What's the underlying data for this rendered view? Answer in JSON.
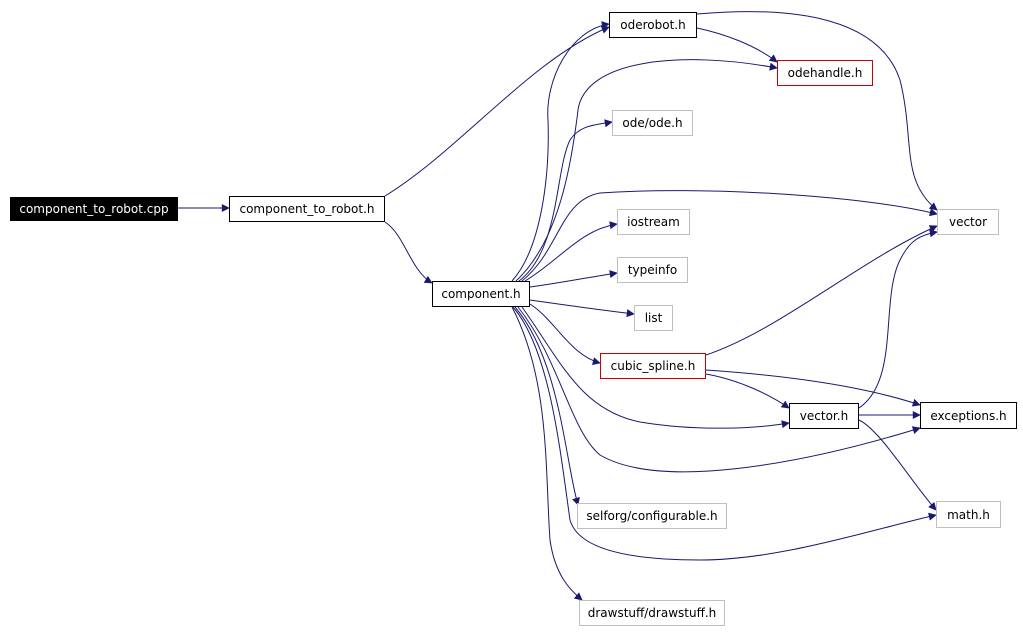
{
  "diagram": {
    "colors": {
      "edge": "#191970",
      "dark_fill": "#000000",
      "red_border": "#cc0000",
      "gray_border": "#bfbfbf",
      "black_border": "#000000"
    },
    "nodes": [
      {
        "id": "component_to_robot_cpp",
        "label": "component_to_robot.cpp",
        "style": "dark"
      },
      {
        "id": "component_to_robot_h",
        "label": "component_to_robot.h",
        "style": "black"
      },
      {
        "id": "oderobot_h",
        "label": "oderobot.h",
        "style": "black"
      },
      {
        "id": "odehandle_h",
        "label": "odehandle.h",
        "style": "red"
      },
      {
        "id": "ode_ode_h",
        "label": "ode/ode.h",
        "style": "gray"
      },
      {
        "id": "component_h",
        "label": "component.h",
        "style": "black"
      },
      {
        "id": "iostream",
        "label": "iostream",
        "style": "gray"
      },
      {
        "id": "typeinfo",
        "label": "typeinfo",
        "style": "gray"
      },
      {
        "id": "list",
        "label": "list",
        "style": "gray"
      },
      {
        "id": "cubic_spline_h",
        "label": "cubic_spline.h",
        "style": "red"
      },
      {
        "id": "vector_h",
        "label": "vector.h",
        "style": "black"
      },
      {
        "id": "vector",
        "label": "vector",
        "style": "gray"
      },
      {
        "id": "exceptions_h",
        "label": "exceptions.h",
        "style": "black"
      },
      {
        "id": "math_h",
        "label": "math.h",
        "style": "gray"
      },
      {
        "id": "selforg_configurable_h",
        "label": "selforg/configurable.h",
        "style": "gray"
      },
      {
        "id": "drawstuff_drawstuff_h",
        "label": "drawstuff/drawstuff.h",
        "style": "gray"
      }
    ],
    "edges": [
      {
        "from": "component_to_robot_cpp",
        "to": "component_to_robot_h"
      },
      {
        "from": "component_to_robot_h",
        "to": "oderobot_h"
      },
      {
        "from": "component_to_robot_h",
        "to": "component_h"
      },
      {
        "from": "oderobot_h",
        "to": "odehandle_h"
      },
      {
        "from": "oderobot_h",
        "to": "vector"
      },
      {
        "from": "component_h",
        "to": "oderobot_h"
      },
      {
        "from": "component_h",
        "to": "odehandle_h"
      },
      {
        "from": "component_h",
        "to": "ode_ode_h"
      },
      {
        "from": "component_h",
        "to": "vector"
      },
      {
        "from": "component_h",
        "to": "iostream"
      },
      {
        "from": "component_h",
        "to": "typeinfo"
      },
      {
        "from": "component_h",
        "to": "list"
      },
      {
        "from": "component_h",
        "to": "cubic_spline_h"
      },
      {
        "from": "component_h",
        "to": "vector_h"
      },
      {
        "from": "component_h",
        "to": "exceptions_h"
      },
      {
        "from": "component_h",
        "to": "selforg_configurable_h"
      },
      {
        "from": "component_h",
        "to": "math_h"
      },
      {
        "from": "component_h",
        "to": "drawstuff_drawstuff_h"
      },
      {
        "from": "cubic_spline_h",
        "to": "vector"
      },
      {
        "from": "cubic_spline_h",
        "to": "exceptions_h"
      },
      {
        "from": "cubic_spline_h",
        "to": "vector_h"
      },
      {
        "from": "vector_h",
        "to": "exceptions_h"
      },
      {
        "from": "vector_h",
        "to": "vector"
      },
      {
        "from": "vector_h",
        "to": "math_h"
      }
    ]
  }
}
